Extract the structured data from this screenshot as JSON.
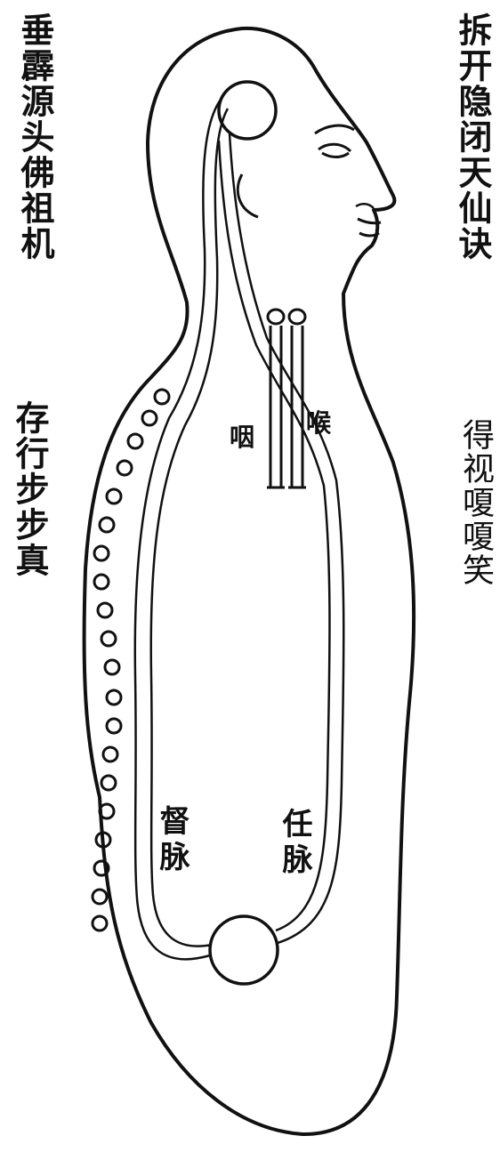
{
  "texts": {
    "left_top": "垂霹源头佛祖机",
    "right_top": "拆开隐闭天仙诀",
    "left_middle": "存行步步真",
    "right_middle": "得视嗄嗄笑"
  },
  "labels": {
    "throat_left": "咽",
    "throat_right": "喉",
    "du_channel": "督脉",
    "ren_channel": "任脉"
  },
  "colors": {
    "ink": "#111111",
    "paper": "#ffffff"
  }
}
